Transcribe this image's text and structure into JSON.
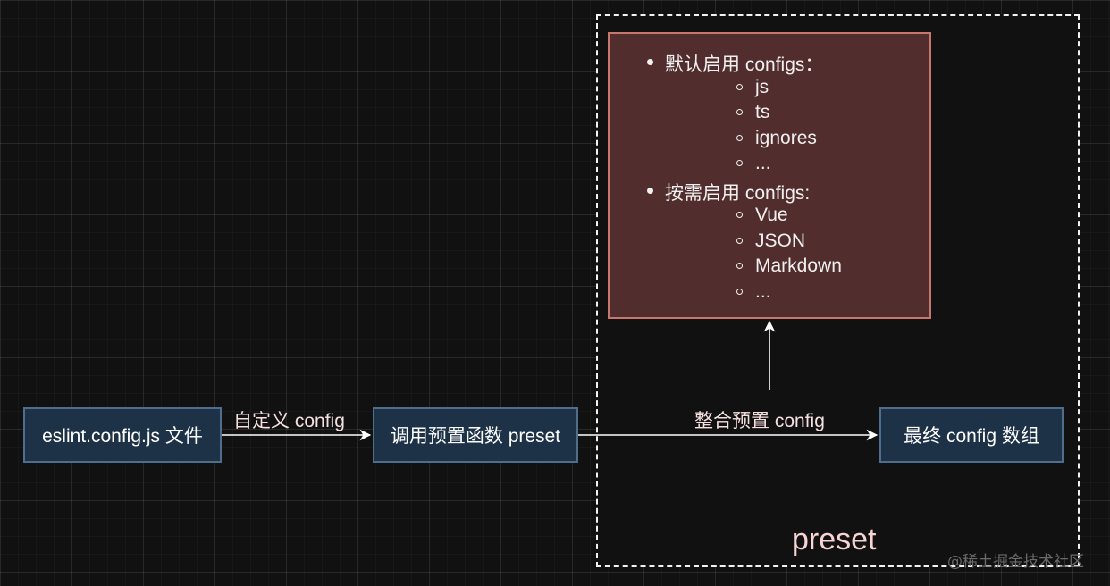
{
  "preset_container": {
    "label": "preset"
  },
  "configs_box": {
    "default": {
      "heading": "默认启用 configs：",
      "items": [
        "js",
        "ts",
        "ignores",
        "..."
      ]
    },
    "on_demand": {
      "heading": "按需启用 configs:",
      "items": [
        "Vue",
        "JSON",
        "Markdown",
        "..."
      ]
    }
  },
  "nodes": {
    "config_file": "eslint.config.js 文件",
    "call_preset": "调用预置函数 preset",
    "final_array": "最终 config 数组"
  },
  "edges": {
    "custom_config": "自定义 config",
    "merge_preset": "整合预置 config"
  },
  "watermark": "@稀土掘金技术社区",
  "colors": {
    "background": "#111111",
    "configs_box_fill": "#522d2d",
    "configs_box_border": "#c7776d",
    "node_fill": "#1e3247",
    "node_border": "#4f6e8c",
    "preset_label": "#f9d4d4"
  }
}
